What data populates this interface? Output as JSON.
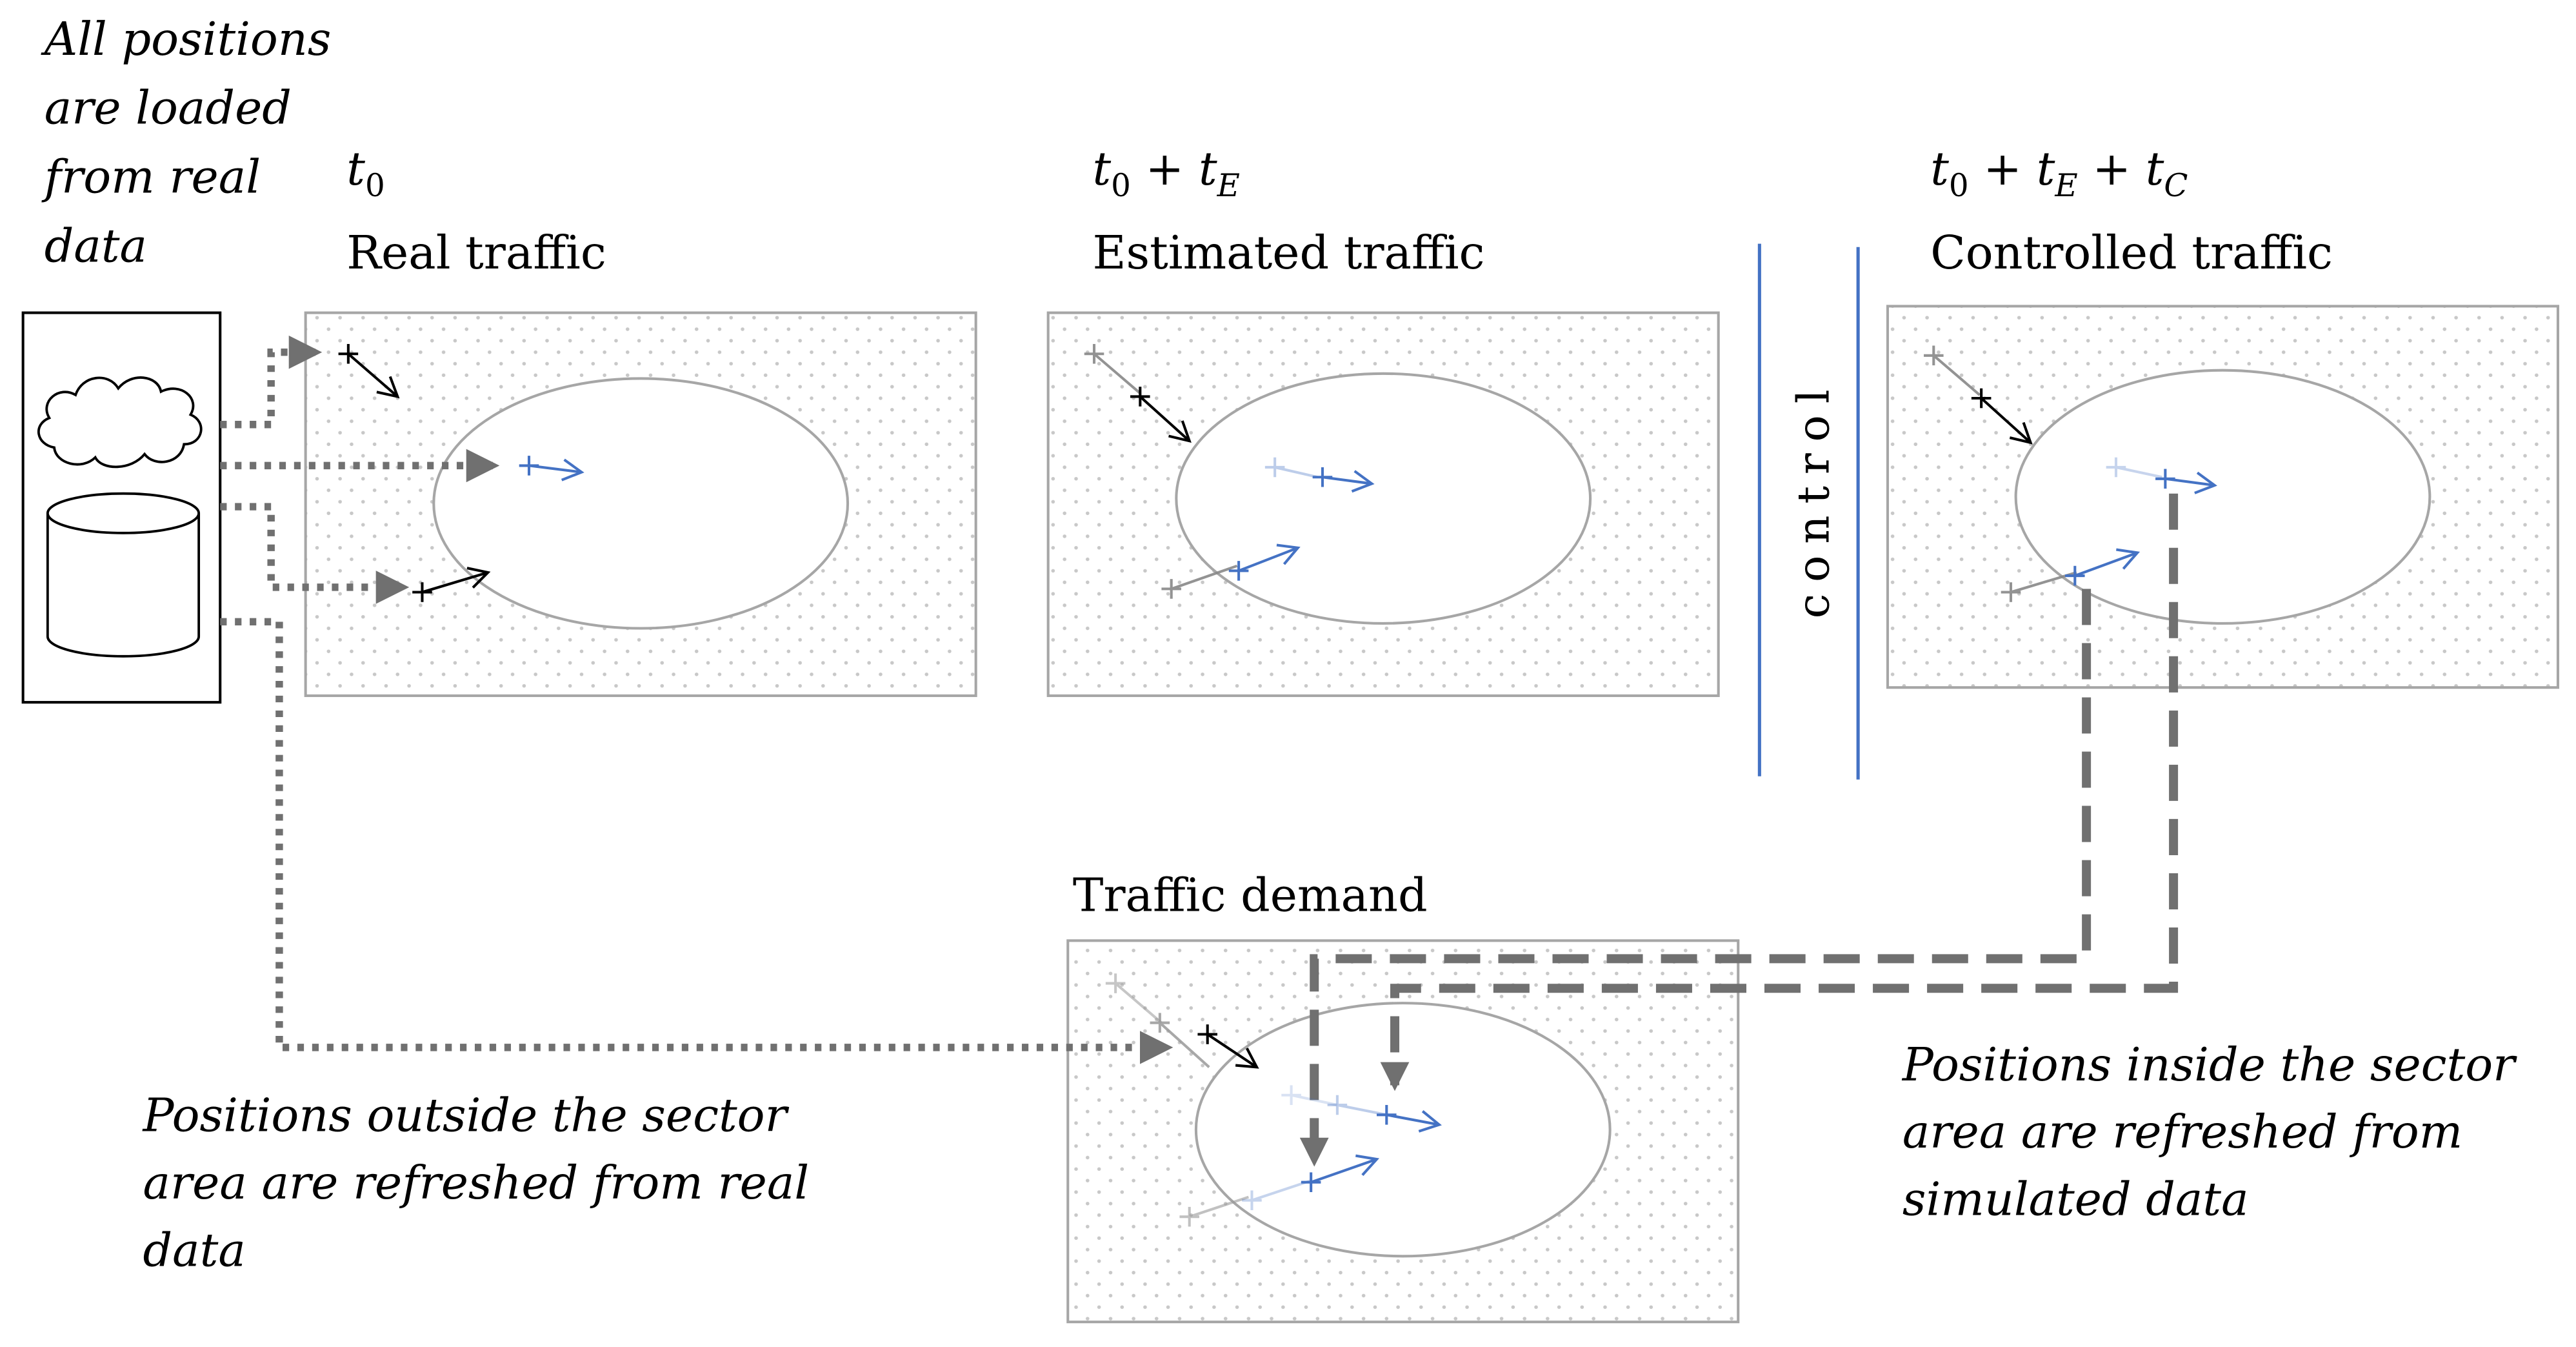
{
  "annotations": {
    "loaded_note": [
      "All positions",
      "are loaded",
      "from real",
      "data"
    ],
    "outside_note": [
      "Positions outside the sector",
      "area are refreshed from real",
      "data"
    ],
    "inside_note": [
      "Positions inside the sector",
      "area are refreshed from",
      "simulated data"
    ]
  },
  "panels": {
    "real": {
      "time": "t",
      "time_sub": "0",
      "title": "Real traffic"
    },
    "estimated": {
      "time": "t",
      "time_sub": "0",
      "time_rest": " + t",
      "time_sub2": "E",
      "title": "Estimated traffic"
    },
    "controlled": {
      "time": "t",
      "time_sub": "0",
      "time_rest": " + t",
      "time_sub2": "E",
      "time_rest2": " + t",
      "time_sub3": "C",
      "title": "Controlled traffic"
    },
    "demand": {
      "title": "Traffic demand"
    }
  },
  "control_label": "control",
  "colors": {
    "blue": "#4472c4",
    "dark_gray": "#707070",
    "box_border": "#a6a6a6",
    "dots": "#c8c8c8"
  },
  "icons": [
    "cloud-icon",
    "database-cylinder-icon",
    "aircraft-cross-icon"
  ]
}
